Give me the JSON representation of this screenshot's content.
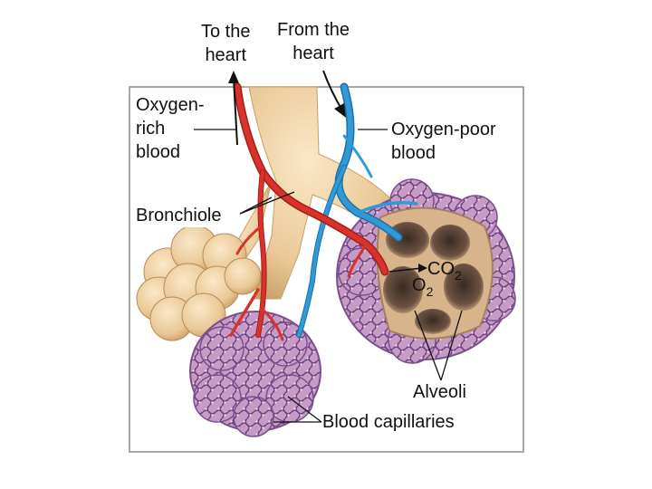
{
  "labels": {
    "to_heart": "To the\nheart",
    "from_heart": "From the\nheart",
    "oxygen_rich": "Oxygen-\nrich\nblood",
    "oxygen_poor": "Oxygen-poor\nblood",
    "bronchiole": "Bronchiole",
    "alveoli": "Alveoli",
    "capillaries": "Blood capillaries"
  },
  "gas_exchange": {
    "co2": "CO",
    "co2_sub": "2",
    "o2": "O",
    "o2_sub": "2"
  },
  "colors": {
    "oxygen_rich_vessel": "#d8322b",
    "oxygen_poor_vessel": "#2f9ad6",
    "bronchiole_tissue": "#eccb9a",
    "alveolar_sac": "#a77aa6",
    "capillary_mesh": "#7b4f8e",
    "frame": "#8a8a8a"
  }
}
